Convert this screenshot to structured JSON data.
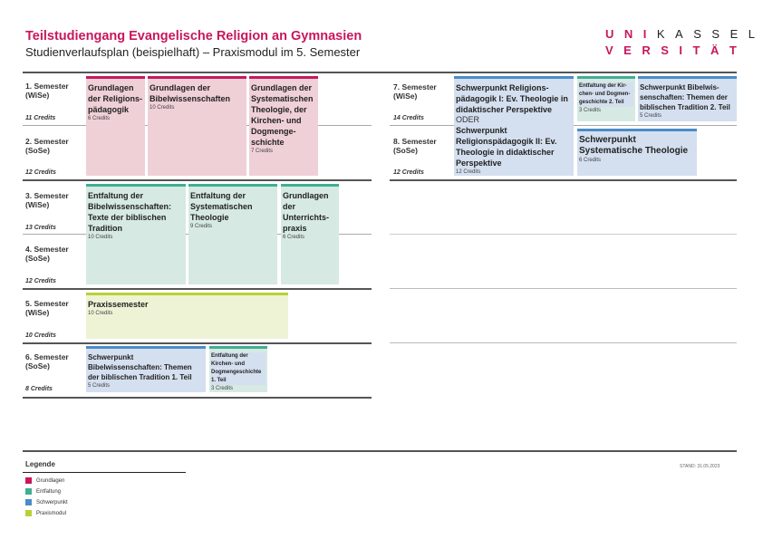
{
  "header": {
    "title": "Teilstudiengang Evangelische Religion an Gymnasien",
    "subtitle": "Studienverlaufsplan (beispielhaft) – Praxismodul im 5. Semester",
    "logo_line1": "UNIKASSEL",
    "logo_line2": "VERSITÄT"
  },
  "colors": {
    "grundlagen": "#c8175d",
    "entfaltung": "#3fae95",
    "schwerpunkt": "#4a8cc8",
    "praxismodul": "#b8d136"
  },
  "semesters": [
    {
      "label": "1. Semester",
      "term": "(WiSe)",
      "credits": "11 Credits"
    },
    {
      "label": "2. Semester",
      "term": "(SoSe)",
      "credits": "12 Credits"
    },
    {
      "label": "3. Semester",
      "term": "(WiSe)",
      "credits": "13 Credits"
    },
    {
      "label": "4. Semester",
      "term": "(SoSe)",
      "credits": "12 Credits"
    },
    {
      "label": "5. Semester",
      "term": "(WiSe)",
      "credits": "10 Credits"
    },
    {
      "label": "6. Semester",
      "term": "(SoSe)",
      "credits": "8 Credits"
    },
    {
      "label": "7. Semester",
      "term": "(WiSe)",
      "credits": "14 Credits"
    },
    {
      "label": "8. Semester",
      "term": "(SoSe)",
      "credits": "12 Credits"
    }
  ],
  "modules": [
    {
      "title": "Grundlagen der Religions-pädagogik",
      "credits": "6 Credits"
    },
    {
      "title": "Grundlagen der Bibelwissenschaften",
      "credits": "10 Credits"
    },
    {
      "title": "Grundlagen der Systematischen Theologie, der Kirchen- und Dogmenge-schichte",
      "credits": "7 Credits"
    },
    {
      "title": "Entfaltung der Bibelwissenschaften: Texte der biblischen Tradition",
      "credits": "10 Credits"
    },
    {
      "title": "Entfaltung der Systematischen Theologie",
      "credits": "9 Credits"
    },
    {
      "title": "Grundlagen der Unterrichts-praxis",
      "credits": "6 Credits"
    },
    {
      "title": "Praxissemester",
      "credits": "10 Credits"
    },
    {
      "title": "Schwerpunkt Bibelwissenschaften: Themen der biblischen Tradition 1. Teil",
      "credits": "5 Credits"
    },
    {
      "title": "Entfaltung der Kirchen- und Dogmengeschichte 1. Teil",
      "credits": "3 Credits"
    },
    {
      "title": "Schwerpunkt Religions-pädagogik I: Ev. Theologie in didaktischer Perspektive",
      "or": "ODER",
      "title2": "Schwerpunkt Religionspädagogik II: Ev. Theologie in didaktischer Perspektive",
      "credits": "12 Credits"
    },
    {
      "title": "Entfaltung der Kir-chen- und Dogmen-geschichte 2. Teil",
      "credits": "3 Credits"
    },
    {
      "title": "Schwerpunkt Bibelwis-senschaften: Themen der biblischen Tradition 2. Teil",
      "credits": "5 Credits"
    },
    {
      "title": "Schwerpunkt Systematische Theologie",
      "credits": "6 Credits"
    }
  ],
  "legend": {
    "title": "Legende",
    "items": [
      "Grundlagen",
      "Entfaltung",
      "Schwerpunkt",
      "Praxismodul"
    ],
    "stand": "STAND: 31.05.2023"
  }
}
